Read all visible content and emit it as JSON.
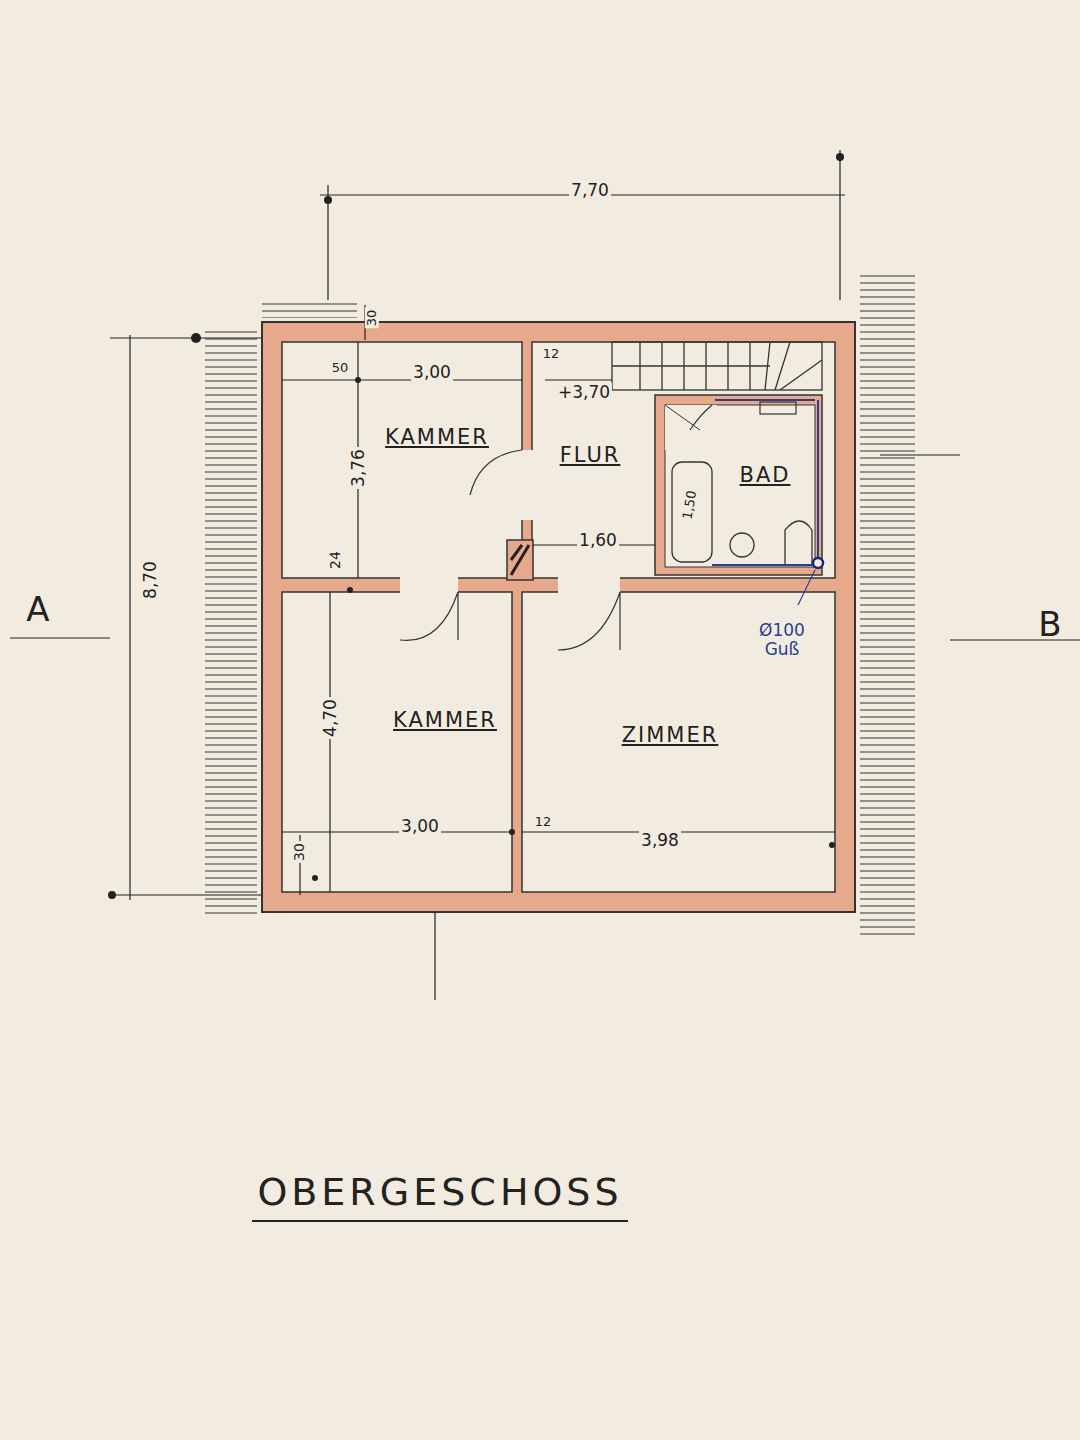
{
  "diagram": {
    "title": "OBERGESCHOSS",
    "nodes": [
      {
        "text": [
          "KAMMER"
        ]
      },
      {
        "text": [
          "FLUR"
        ]
      },
      {
        "text": [
          "BAD"
        ]
      },
      {
        "text": [
          "KAMMER"
        ]
      },
      {
        "text": [
          "ZIMMER"
        ]
      }
    ],
    "labels": [
      "7,70",
      "8,70",
      "30",
      "50",
      "3,00",
      "3,76",
      "24",
      "12",
      "+3,70",
      "1,60",
      "1,50",
      "4,70",
      "3,00",
      "30",
      "12",
      "3,98",
      "Ø100 Guß",
      "A",
      "B"
    ]
  }
}
